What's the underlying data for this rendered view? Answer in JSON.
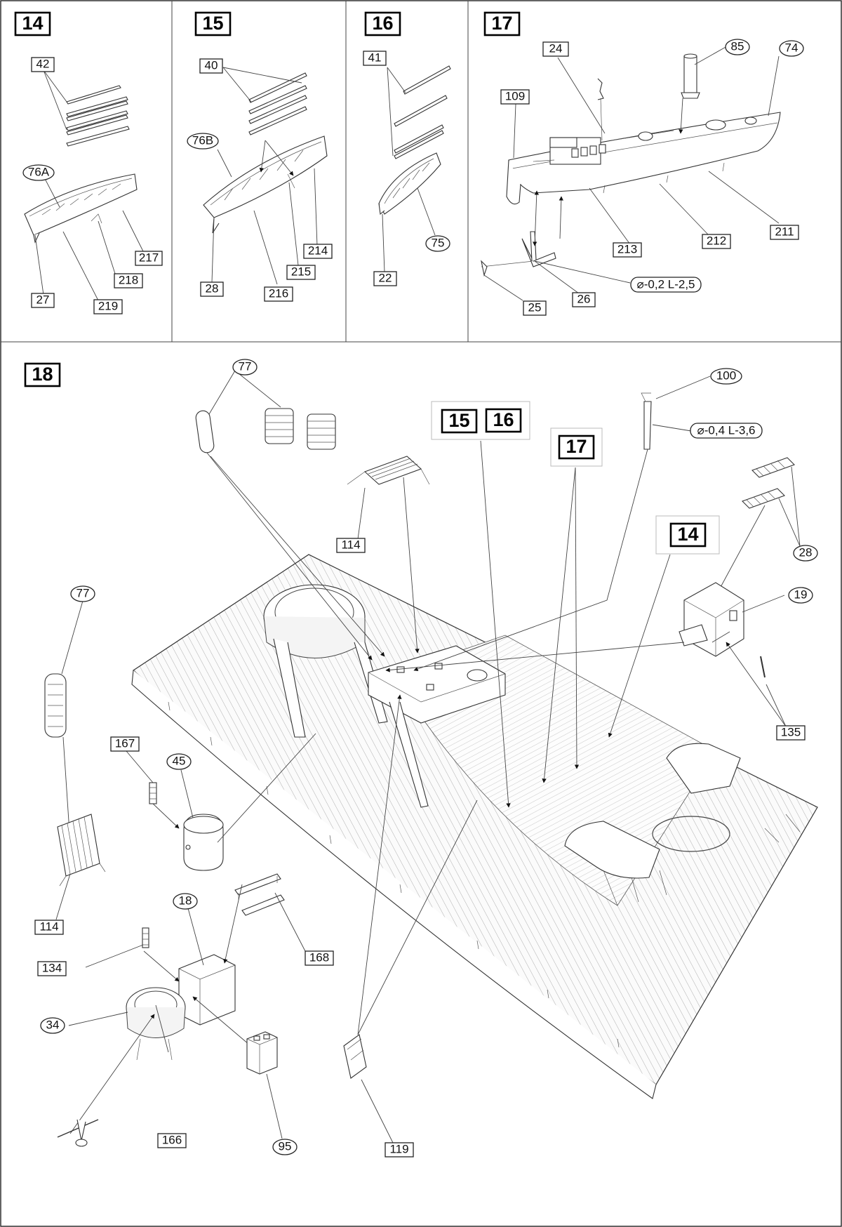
{
  "steps": {
    "s14": "14",
    "s15": "15",
    "s16": "16",
    "s17": "17",
    "s18": "18",
    "ref15": "15",
    "ref16": "16",
    "ref17": "17",
    "ref14": "14"
  },
  "labels": {
    "p14_42": "42",
    "p14_76A": "76A",
    "p14_217": "217",
    "p14_218": "218",
    "p14_27": "27",
    "p14_219": "219",
    "p15_40": "40",
    "p15_76B": "76B",
    "p15_214": "214",
    "p15_215": "215",
    "p15_28": "28",
    "p15_216": "216",
    "p16_41": "41",
    "p16_75": "75",
    "p16_22": "22",
    "p17_24": "24",
    "p17_85": "85",
    "p17_74": "74",
    "p17_109": "109",
    "p17_213": "213",
    "p17_212": "212",
    "p17_211": "211",
    "p17_wire": "⌀-0,2 L-2,5",
    "p17_26": "26",
    "p17_25": "25",
    "p18_77a": "77",
    "p18_100": "100",
    "p18_wire": "⌀-0,4 L-3,6",
    "p18_114a": "114",
    "p18_28": "28",
    "p18_19": "19",
    "p18_135": "135",
    "p18_77b": "77",
    "p18_167": "167",
    "p18_45": "45",
    "p18_114b": "114",
    "p18_18": "18",
    "p18_168": "168",
    "p18_134": "134",
    "p18_34": "34",
    "p18_166": "166",
    "p18_95": "95",
    "p18_119": "119"
  }
}
